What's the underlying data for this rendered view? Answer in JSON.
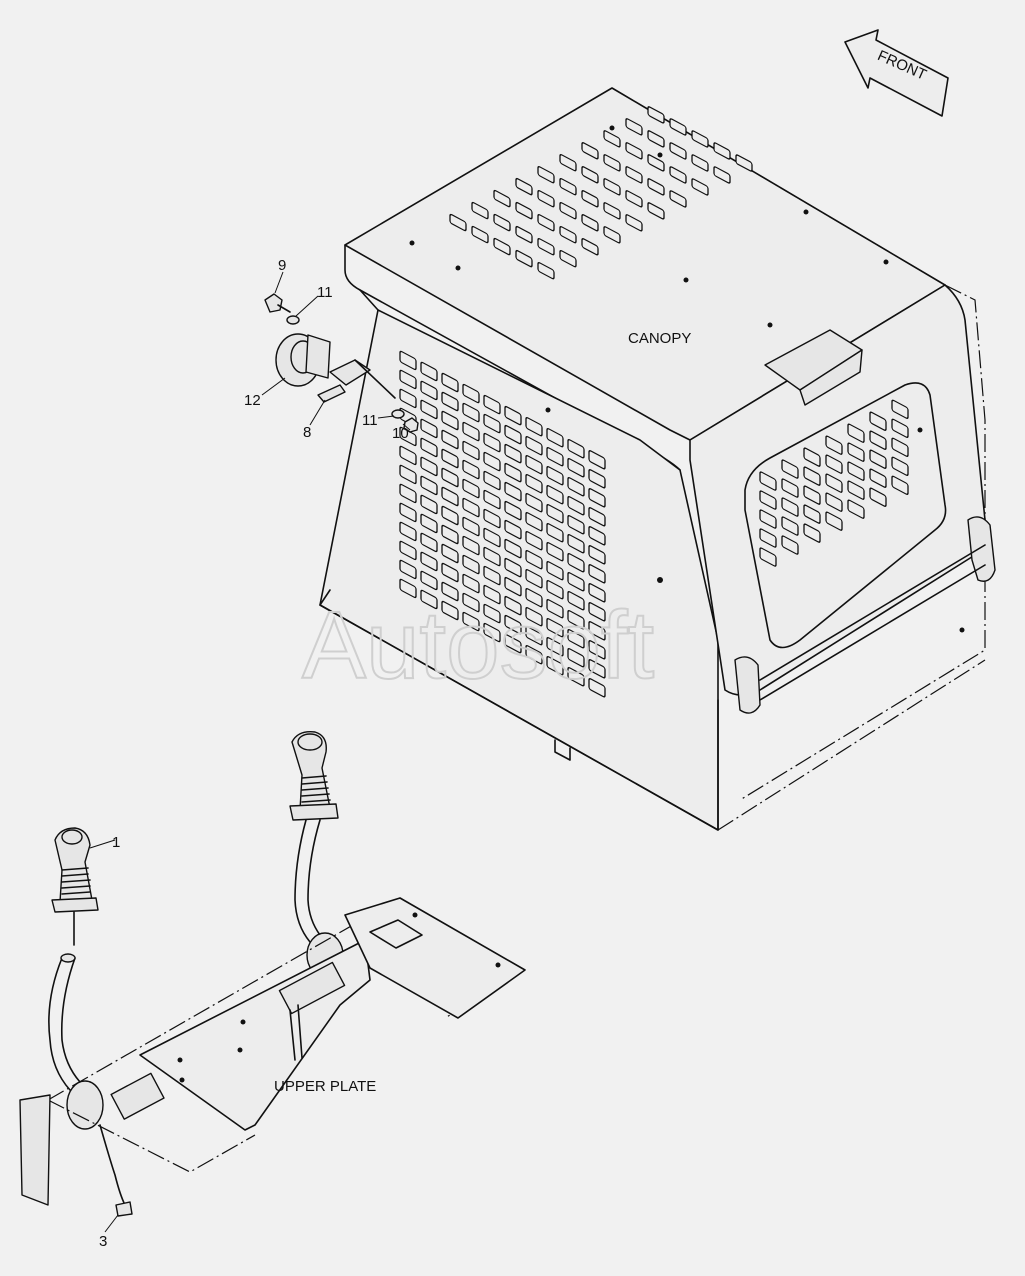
{
  "diagram": {
    "front_arrow_label": "FRONT",
    "canopy_label": "CANOPY",
    "upper_plate_label": "UPPER PLATE",
    "watermark": "Autosoft",
    "callouts": [
      {
        "id": "c9",
        "text": "9"
      },
      {
        "id": "c11a",
        "text": "11"
      },
      {
        "id": "c12",
        "text": "12"
      },
      {
        "id": "c8",
        "text": "8"
      },
      {
        "id": "c11b",
        "text": "11"
      },
      {
        "id": "c10",
        "text": "10"
      },
      {
        "id": "c1",
        "text": "1"
      },
      {
        "id": "c3",
        "text": "3"
      }
    ]
  }
}
